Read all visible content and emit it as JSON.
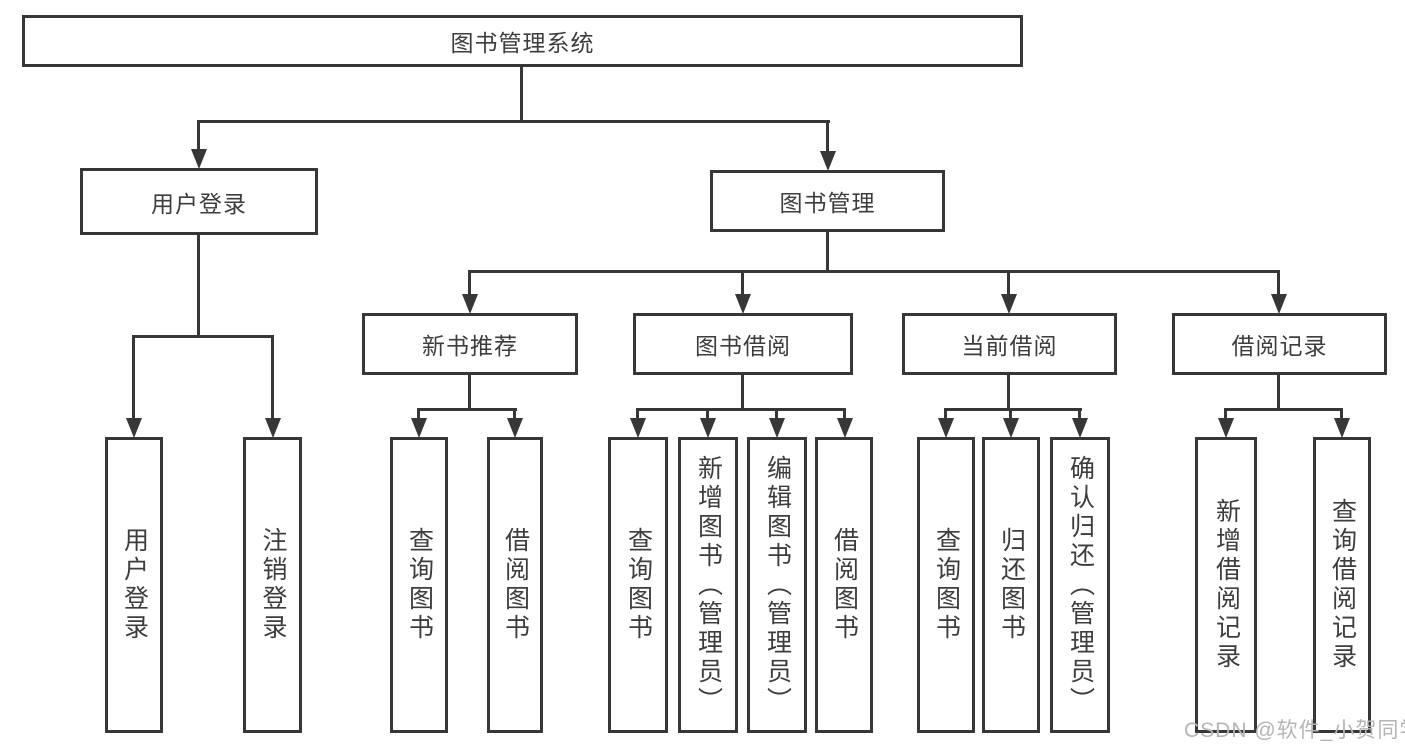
{
  "diagram": {
    "root": {
      "label": "图书管理系统"
    },
    "branches": {
      "user_login": {
        "label": "用户登录",
        "children": {
          "login": {
            "label": "用户登录"
          },
          "logout": {
            "label": "注销登录"
          }
        }
      },
      "book_mgmt": {
        "label": "图书管理",
        "sections": {
          "new_books": {
            "label": "新书推荐",
            "children": {
              "query": {
                "label": "查询图书"
              },
              "borrow": {
                "label": "借阅图书"
              }
            }
          },
          "book_borrow": {
            "label": "图书借阅",
            "children": {
              "query": {
                "label": "查询图书"
              },
              "add": {
                "label": "新增图书（管理员）"
              },
              "edit": {
                "label": "编辑图书（管理员）"
              },
              "borrow": {
                "label": "借阅图书"
              }
            }
          },
          "current_borrow": {
            "label": "当前借阅",
            "children": {
              "query": {
                "label": "查询图书"
              },
              "return": {
                "label": "归还图书"
              },
              "confirm": {
                "label": "确认归还（管理员）"
              }
            }
          },
          "borrow_records": {
            "label": "借阅记录",
            "children": {
              "add": {
                "label": "新增借阅记录"
              },
              "query": {
                "label": "查询借阅记录"
              }
            }
          }
        }
      }
    }
  },
  "watermark": {
    "text": "CSDN @软件_小贺同学"
  },
  "colors": {
    "line": "#373737",
    "text": "#3d3d3d",
    "background": "#ffffff",
    "watermark": "#b5b5b5"
  }
}
